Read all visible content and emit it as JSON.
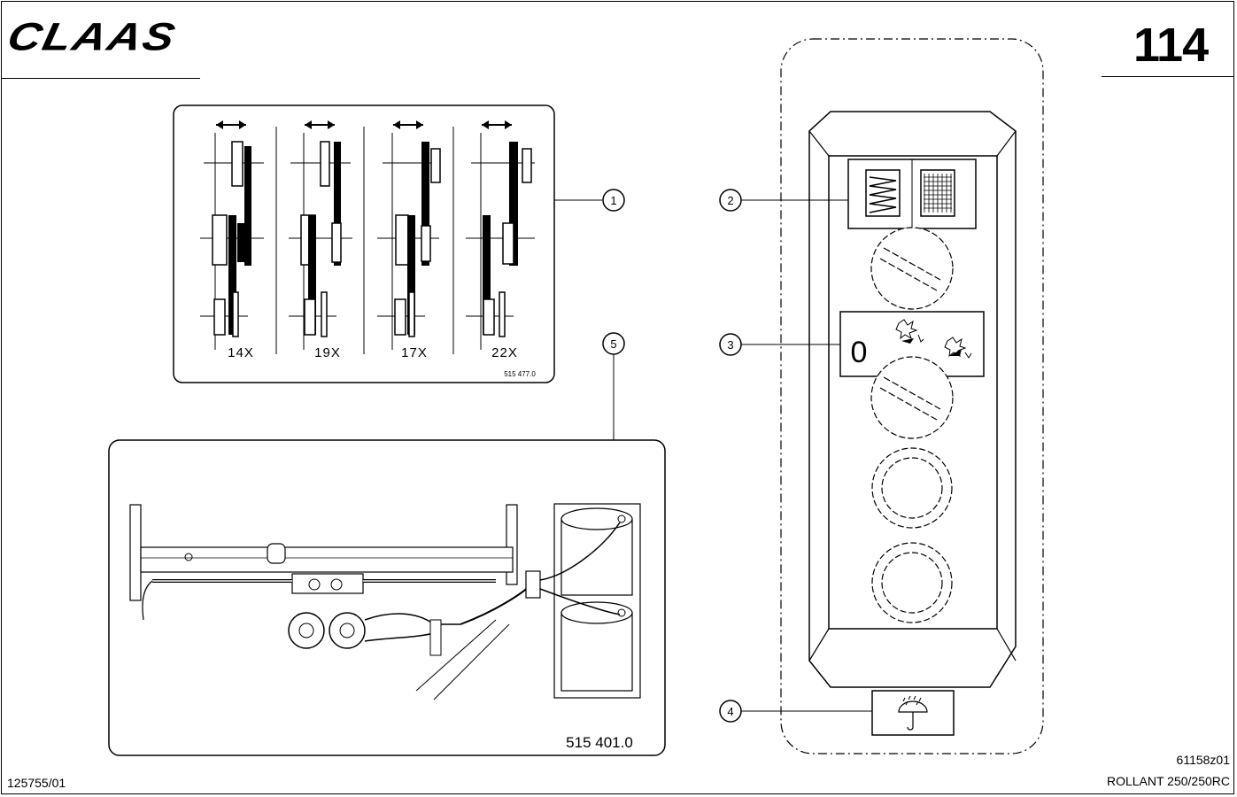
{
  "header": {
    "brand": "CLAAS",
    "page_number": "114"
  },
  "callouts": [
    "1",
    "2",
    "3",
    "4",
    "5"
  ],
  "belt_diagram": {
    "ratios": [
      "14X",
      "19X",
      "17X",
      "22X"
    ],
    "part_number": "515 477.0"
  },
  "knife_panel": {
    "position_zero": "0"
  },
  "hydraulic_diagram": {
    "part_number": "515 401.0"
  },
  "footer": {
    "doc_number": "125755/01",
    "figure_id": "61158z01",
    "model": "ROLLANT 250/250RC"
  }
}
